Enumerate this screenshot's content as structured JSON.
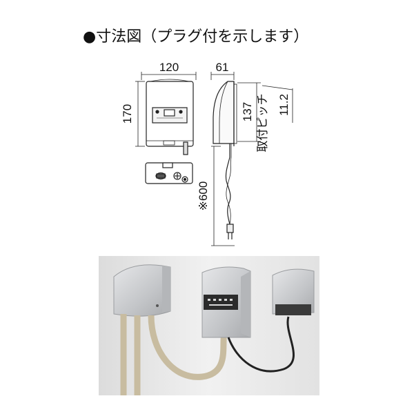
{
  "title": "●寸法図（プラグ付を示します）",
  "dimensions": {
    "width": "120",
    "depth": "61",
    "height": "170",
    "mount_height": "137",
    "pitch_label": "取付ピッチ",
    "pitch_value": "11.2",
    "cord_length": "※600"
  },
  "colors": {
    "line": "#222222",
    "cover": "#c4c6c9",
    "wall": "#ececec",
    "hose": "#c8bca0",
    "cable": "#222222"
  }
}
